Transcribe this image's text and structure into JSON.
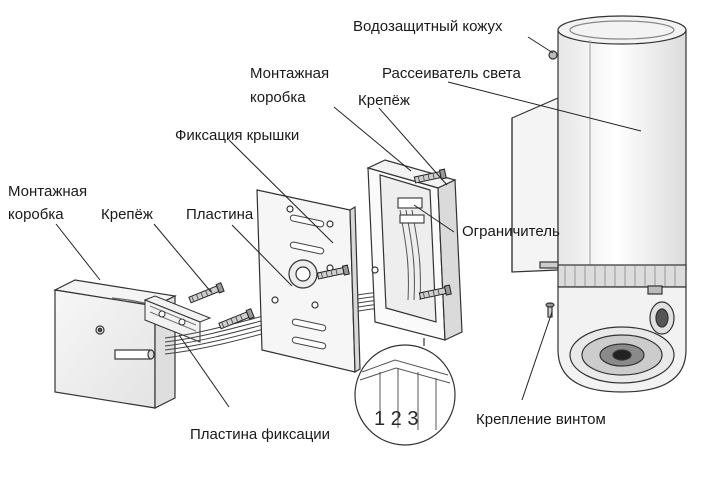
{
  "labels": {
    "waterproof_cover": "Водозащитный кожух",
    "light_diffuser": "Рассеиватель света",
    "mounting_box_top_line1": "Монтажная",
    "mounting_box_top_line2": "коробка",
    "fastener_top": "Крепёж",
    "cover_fixation": "Фиксация крышки",
    "limiter": "Ограничитель",
    "mounting_box_left_line1": "Монтажная",
    "mounting_box_left_line2": "коробка",
    "fastener_left": "Крепёж",
    "plate": "Пластина",
    "fixation_plate": "Пластина фиксации",
    "screw_mount": "Крепление винтом"
  },
  "detail_digits": "1 2 3"
}
